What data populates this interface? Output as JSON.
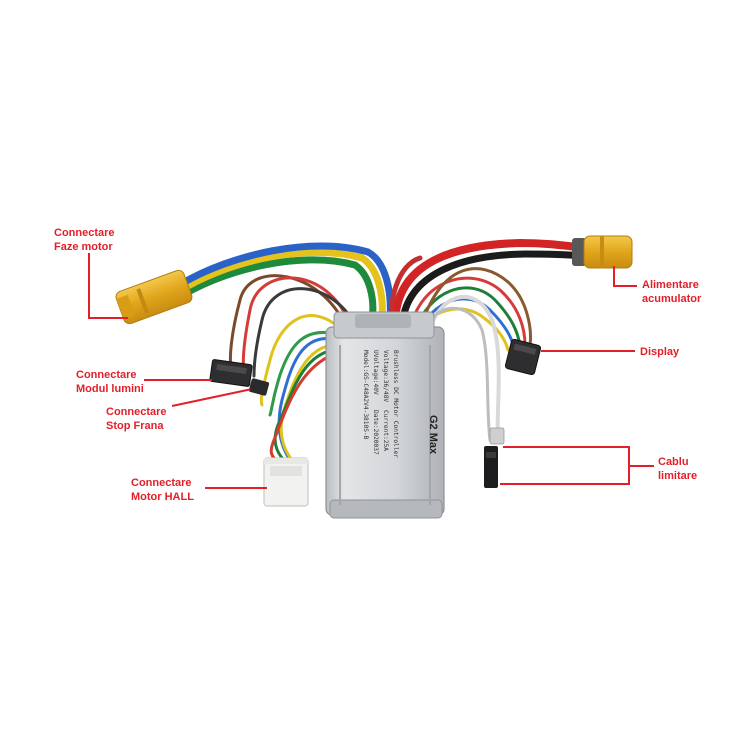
{
  "product": {
    "brand_text": "G2 Max",
    "sticker_lines": [
      "Brushless DC Motor Controller",
      "Voltage:36/48V",
      "Current:25A",
      "UVoltage:40V",
      "Date:2020037",
      "Model:GS-C48A2V4-3810S-B"
    ]
  },
  "labels": {
    "faze_motor": [
      "Connectare",
      "Faze motor"
    ],
    "modul_lumini": [
      "Connectare",
      "Modul lumini"
    ],
    "stop_frana": [
      "Connectare",
      "Stop Frana"
    ],
    "motor_hall": [
      "Connectare",
      "Motor HALL"
    ],
    "alimentare": [
      "Alimentare",
      "acumulator"
    ],
    "display": [
      "Display"
    ],
    "cablu_limitare": [
      "Cablu",
      "limitare"
    ]
  },
  "colors": {
    "label_red": "#e3202a",
    "connector_yellow": "#e8b21f",
    "housing_silver": "#d6d9dc"
  }
}
